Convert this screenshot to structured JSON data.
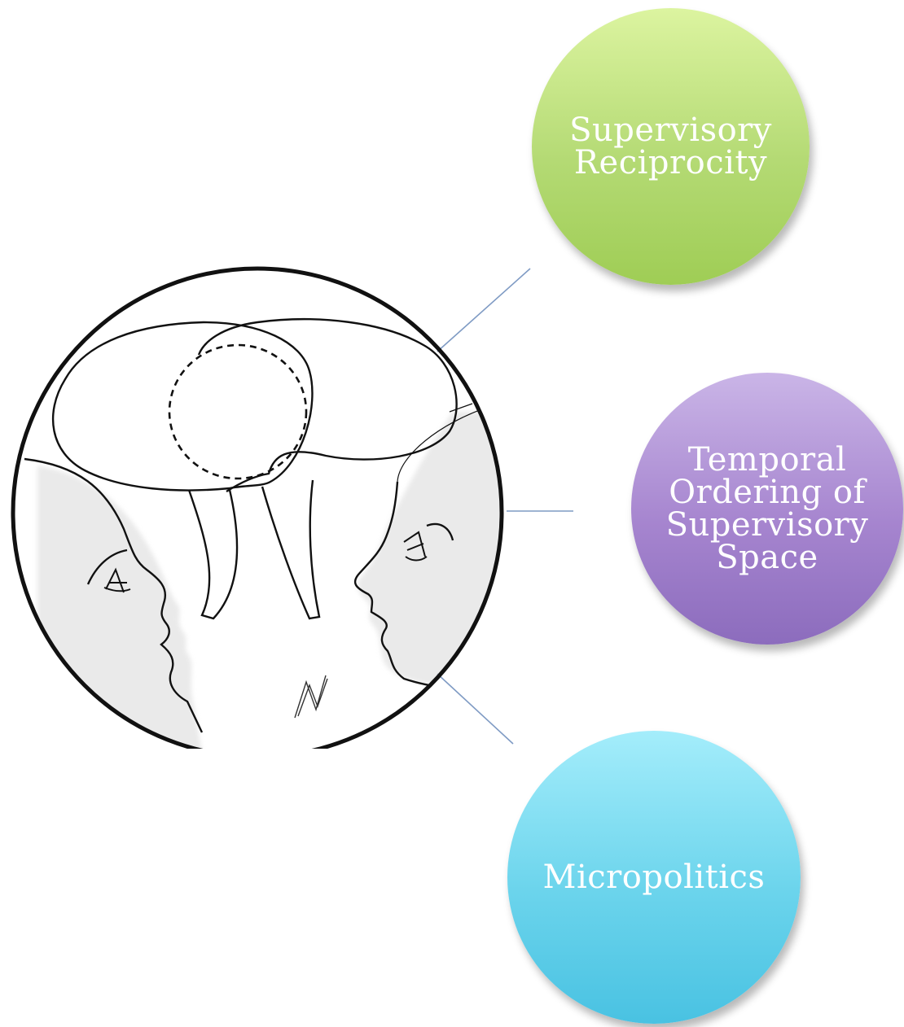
{
  "diagram": {
    "nodes": [
      {
        "id": "supervisory-reciprocity",
        "label": "Supervisory\nReciprocity",
        "color": "#b4da74"
      },
      {
        "id": "temporal-ordering",
        "label": "Temporal\nOrdering of\nSupervisory\nSpace",
        "color": "#a685cf"
      },
      {
        "id": "micropolitics",
        "label": "Micropolitics",
        "color": "#6bd4ec"
      }
    ],
    "connector_color": "#7f9bc4",
    "illustration": {
      "subject": "two faces in profile with overlapping speech bubbles",
      "signature": "N"
    }
  }
}
